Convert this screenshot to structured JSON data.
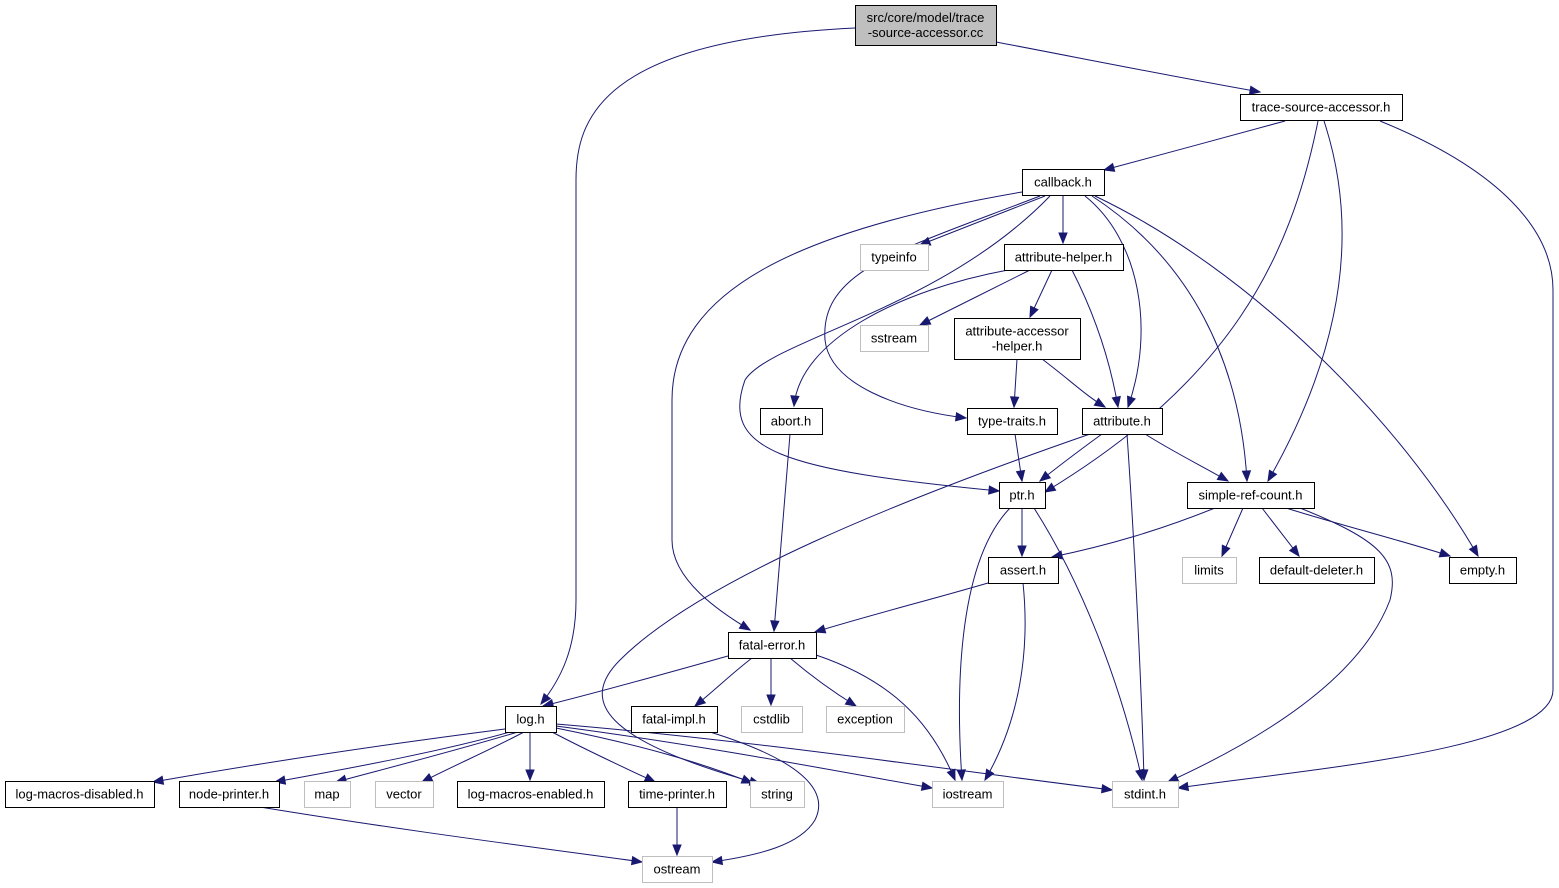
{
  "title": "src/core/model/trace-source-accessor.cc include dependency graph",
  "colors": {
    "edge": "#191970",
    "root_fill": "#bfbfbf",
    "local_border": "#000000",
    "system_border": "#bfbfbf"
  },
  "nodes": [
    {
      "id": "root",
      "lines": [
        "src/core/model/trace",
        "-source-accessor.cc"
      ],
      "kind": "root"
    },
    {
      "id": "tsa",
      "lines": [
        "trace-source-accessor.h"
      ],
      "kind": "local"
    },
    {
      "id": "callback",
      "lines": [
        "callback.h"
      ],
      "kind": "local"
    },
    {
      "id": "typeinfo",
      "lines": [
        "typeinfo"
      ],
      "kind": "system"
    },
    {
      "id": "attrhelper",
      "lines": [
        "attribute-helper.h"
      ],
      "kind": "local"
    },
    {
      "id": "sstream",
      "lines": [
        "sstream"
      ],
      "kind": "system"
    },
    {
      "id": "attraccessor",
      "lines": [
        "attribute-accessor",
        "-helper.h"
      ],
      "kind": "local"
    },
    {
      "id": "abort",
      "lines": [
        "abort.h"
      ],
      "kind": "local"
    },
    {
      "id": "typetraits",
      "lines": [
        "type-traits.h"
      ],
      "kind": "local"
    },
    {
      "id": "attribute",
      "lines": [
        "attribute.h"
      ],
      "kind": "local"
    },
    {
      "id": "ptr",
      "lines": [
        "ptr.h"
      ],
      "kind": "local"
    },
    {
      "id": "srefcount",
      "lines": [
        "simple-ref-count.h"
      ],
      "kind": "local"
    },
    {
      "id": "assert",
      "lines": [
        "assert.h"
      ],
      "kind": "local"
    },
    {
      "id": "limits",
      "lines": [
        "limits"
      ],
      "kind": "system"
    },
    {
      "id": "defdeleter",
      "lines": [
        "default-deleter.h"
      ],
      "kind": "local"
    },
    {
      "id": "empty",
      "lines": [
        "empty.h"
      ],
      "kind": "local"
    },
    {
      "id": "fatalerror",
      "lines": [
        "fatal-error.h"
      ],
      "kind": "local"
    },
    {
      "id": "log",
      "lines": [
        "log.h"
      ],
      "kind": "local"
    },
    {
      "id": "fatalimpl",
      "lines": [
        "fatal-impl.h"
      ],
      "kind": "local"
    },
    {
      "id": "cstdlib",
      "lines": [
        "cstdlib"
      ],
      "kind": "system"
    },
    {
      "id": "exception",
      "lines": [
        "exception"
      ],
      "kind": "system"
    },
    {
      "id": "logdisabled",
      "lines": [
        "log-macros-disabled.h"
      ],
      "kind": "local"
    },
    {
      "id": "nodeprinter",
      "lines": [
        "node-printer.h"
      ],
      "kind": "local"
    },
    {
      "id": "map",
      "lines": [
        "map"
      ],
      "kind": "system"
    },
    {
      "id": "vector",
      "lines": [
        "vector"
      ],
      "kind": "system"
    },
    {
      "id": "logenabled",
      "lines": [
        "log-macros-enabled.h"
      ],
      "kind": "local"
    },
    {
      "id": "timeprinter",
      "lines": [
        "time-printer.h"
      ],
      "kind": "local"
    },
    {
      "id": "string",
      "lines": [
        "string"
      ],
      "kind": "system"
    },
    {
      "id": "iostream",
      "lines": [
        "iostream"
      ],
      "kind": "system"
    },
    {
      "id": "stdint",
      "lines": [
        "stdint.h"
      ],
      "kind": "system"
    },
    {
      "id": "ostream",
      "lines": [
        "ostream"
      ],
      "kind": "system"
    }
  ],
  "edges": [
    {
      "from": "root",
      "to": "tsa"
    },
    {
      "from": "root",
      "to": "log"
    },
    {
      "from": "tsa",
      "to": "callback"
    },
    {
      "from": "tsa",
      "to": "ptr"
    },
    {
      "from": "tsa",
      "to": "srefcount"
    },
    {
      "from": "tsa",
      "to": "stdint"
    },
    {
      "from": "callback",
      "to": "typeinfo"
    },
    {
      "from": "callback",
      "to": "attrhelper"
    },
    {
      "from": "callback",
      "to": "typetraits"
    },
    {
      "from": "callback",
      "to": "ptr"
    },
    {
      "from": "callback",
      "to": "fatalerror"
    },
    {
      "from": "callback",
      "to": "attribute"
    },
    {
      "from": "callback",
      "to": "srefcount"
    },
    {
      "from": "callback",
      "to": "empty"
    },
    {
      "from": "attrhelper",
      "to": "abort"
    },
    {
      "from": "attrhelper",
      "to": "sstream"
    },
    {
      "from": "attrhelper",
      "to": "attraccessor"
    },
    {
      "from": "attrhelper",
      "to": "attribute"
    },
    {
      "from": "attraccessor",
      "to": "typetraits"
    },
    {
      "from": "attraccessor",
      "to": "attribute"
    },
    {
      "from": "abort",
      "to": "fatalerror"
    },
    {
      "from": "typetraits",
      "to": "ptr"
    },
    {
      "from": "attribute",
      "to": "ptr"
    },
    {
      "from": "attribute",
      "to": "srefcount"
    },
    {
      "from": "attribute",
      "to": "stdint"
    },
    {
      "from": "attribute",
      "to": "string"
    },
    {
      "from": "ptr",
      "to": "assert"
    },
    {
      "from": "ptr",
      "to": "iostream"
    },
    {
      "from": "ptr",
      "to": "stdint"
    },
    {
      "from": "srefcount",
      "to": "assert"
    },
    {
      "from": "srefcount",
      "to": "limits"
    },
    {
      "from": "srefcount",
      "to": "defdeleter"
    },
    {
      "from": "srefcount",
      "to": "empty"
    },
    {
      "from": "srefcount",
      "to": "stdint"
    },
    {
      "from": "assert",
      "to": "fatalerror"
    },
    {
      "from": "assert",
      "to": "iostream"
    },
    {
      "from": "fatalerror",
      "to": "log"
    },
    {
      "from": "fatalerror",
      "to": "fatalimpl"
    },
    {
      "from": "fatalerror",
      "to": "cstdlib"
    },
    {
      "from": "fatalerror",
      "to": "exception"
    },
    {
      "from": "fatalerror",
      "to": "iostream"
    },
    {
      "from": "fatalimpl",
      "to": "ostream"
    },
    {
      "from": "log",
      "to": "logdisabled"
    },
    {
      "from": "log",
      "to": "nodeprinter"
    },
    {
      "from": "log",
      "to": "map"
    },
    {
      "from": "log",
      "to": "vector"
    },
    {
      "from": "log",
      "to": "logenabled"
    },
    {
      "from": "log",
      "to": "timeprinter"
    },
    {
      "from": "log",
      "to": "string"
    },
    {
      "from": "log",
      "to": "iostream"
    },
    {
      "from": "log",
      "to": "stdint"
    },
    {
      "from": "nodeprinter",
      "to": "ostream"
    },
    {
      "from": "timeprinter",
      "to": "ostream"
    }
  ]
}
